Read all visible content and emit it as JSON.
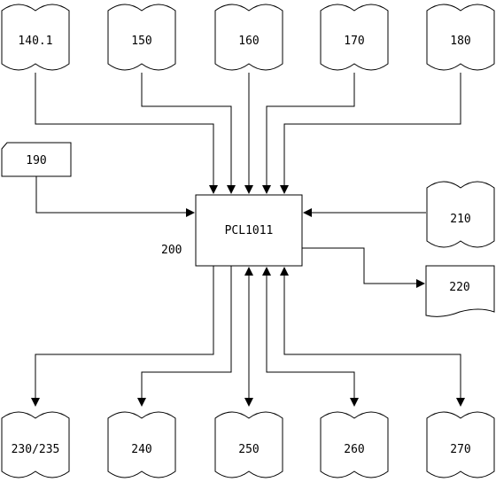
{
  "nodes": {
    "n140_1": {
      "label": "140.1",
      "shape": "cylinder"
    },
    "n150": {
      "label": "150",
      "shape": "cylinder"
    },
    "n160": {
      "label": "160",
      "shape": "cylinder"
    },
    "n170": {
      "label": "170",
      "shape": "cylinder"
    },
    "n180": {
      "label": "180",
      "shape": "cylinder"
    },
    "n190": {
      "label": "190",
      "shape": "card"
    },
    "n210": {
      "label": "210",
      "shape": "cylinder"
    },
    "n220": {
      "label": "220",
      "shape": "document"
    },
    "pcl": {
      "label": "PCL1011",
      "shape": "rectangle",
      "ref": "200"
    },
    "n230": {
      "label": "230/235",
      "shape": "cylinder"
    },
    "n240": {
      "label": "240",
      "shape": "cylinder"
    },
    "n250": {
      "label": "250",
      "shape": "cylinder"
    },
    "n260": {
      "label": "260",
      "shape": "cylinder"
    },
    "n270": {
      "label": "270",
      "shape": "cylinder"
    }
  },
  "edges": [
    {
      "from": "n140_1",
      "to": "pcl",
      "direction": "forward"
    },
    {
      "from": "n150",
      "to": "pcl",
      "direction": "forward"
    },
    {
      "from": "n160",
      "to": "pcl",
      "direction": "forward"
    },
    {
      "from": "n170",
      "to": "pcl",
      "direction": "forward"
    },
    {
      "from": "n180",
      "to": "pcl",
      "direction": "forward"
    },
    {
      "from": "n190",
      "to": "pcl",
      "direction": "forward"
    },
    {
      "from": "n210",
      "to": "pcl",
      "direction": "forward"
    },
    {
      "from": "pcl",
      "to": "n220",
      "direction": "forward"
    },
    {
      "from": "pcl",
      "to": "n230",
      "direction": "forward"
    },
    {
      "from": "pcl",
      "to": "n240",
      "direction": "forward"
    },
    {
      "from": "pcl",
      "to": "n250",
      "direction": "both"
    },
    {
      "from": "pcl",
      "to": "n260",
      "direction": "both"
    },
    {
      "from": "pcl",
      "to": "n270",
      "direction": "both"
    }
  ]
}
